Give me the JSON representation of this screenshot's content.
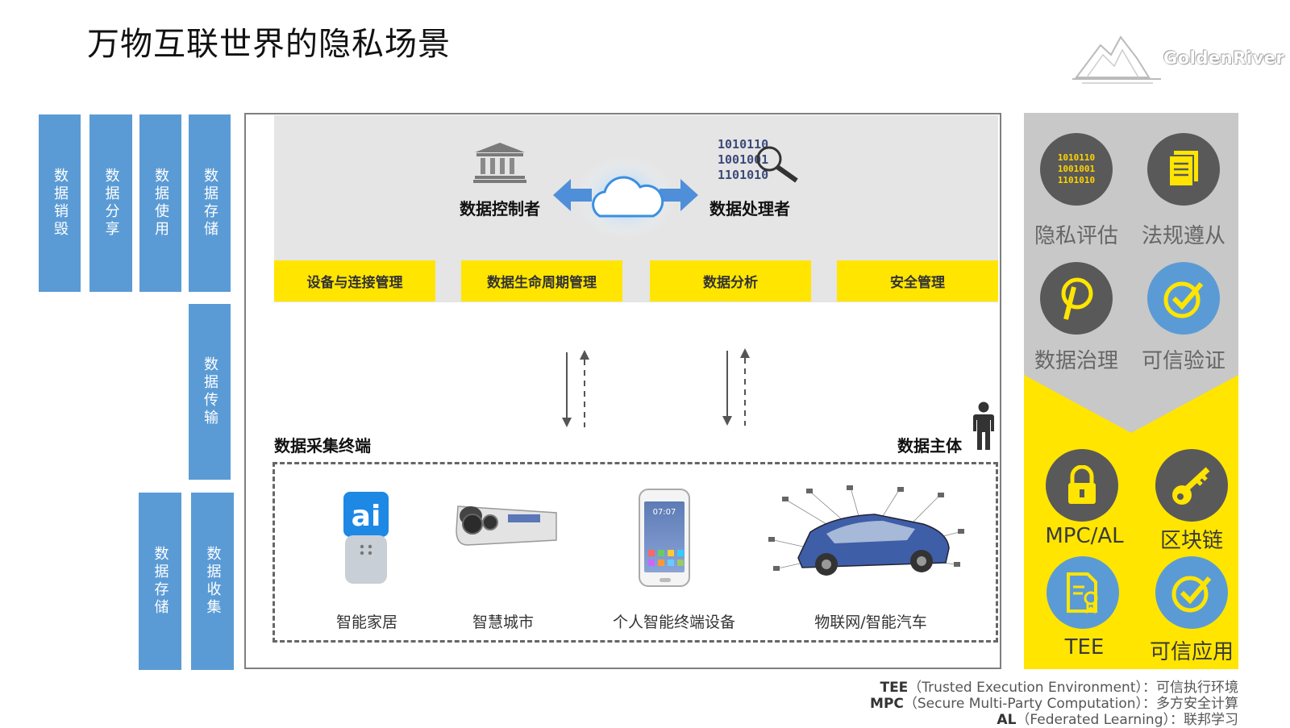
{
  "title": "万物互联世界的隐私场景",
  "logo": {
    "text": "GoldenRiver"
  },
  "left_bars": {
    "top": [
      "数据销毁",
      "数据分享",
      "数据使用",
      "数据存储"
    ],
    "middle": "数据传输",
    "bottom": [
      "数据存储",
      "数据收集"
    ]
  },
  "top_section": {
    "controller": "数据控制者",
    "processor": "数据处理者",
    "binary": [
      "1010110",
      "1001001",
      "1101010"
    ],
    "boxes": [
      "设备与连接管理",
      "数据生命周期管理",
      "数据分析",
      "安全管理"
    ]
  },
  "terminal_label": "数据采集终端",
  "subject_label": "数据主体",
  "devices": [
    {
      "label": "智能家居"
    },
    {
      "label": "智慧城市"
    },
    {
      "label": "个人智能终端设备",
      "screen_time": "07:07"
    },
    {
      "label": "物联网/智能汽车"
    }
  ],
  "right_panel": {
    "top": [
      "隐私评估",
      "法规遵从",
      "数据治理",
      "可信验证"
    ],
    "bottom": [
      "MPC/AL",
      "区块链",
      "TEE",
      "可信应用"
    ],
    "binary": [
      "1010110",
      "1001001",
      "1101010"
    ]
  },
  "footnotes": [
    {
      "abbr": "TEE",
      "text": "（Trusted Execution Environment）：可信执行环境"
    },
    {
      "abbr": "MPC",
      "text": "（Secure Multi-Party Computation）：多方安全计算"
    },
    {
      "abbr": "AL",
      "text": "（Federated Learning）：联邦学习"
    }
  ],
  "colors": {
    "blue": "#5b9bd5",
    "yellow": "#ffe500",
    "gray": "#c8c8c8",
    "dark_circle": "#595959"
  }
}
